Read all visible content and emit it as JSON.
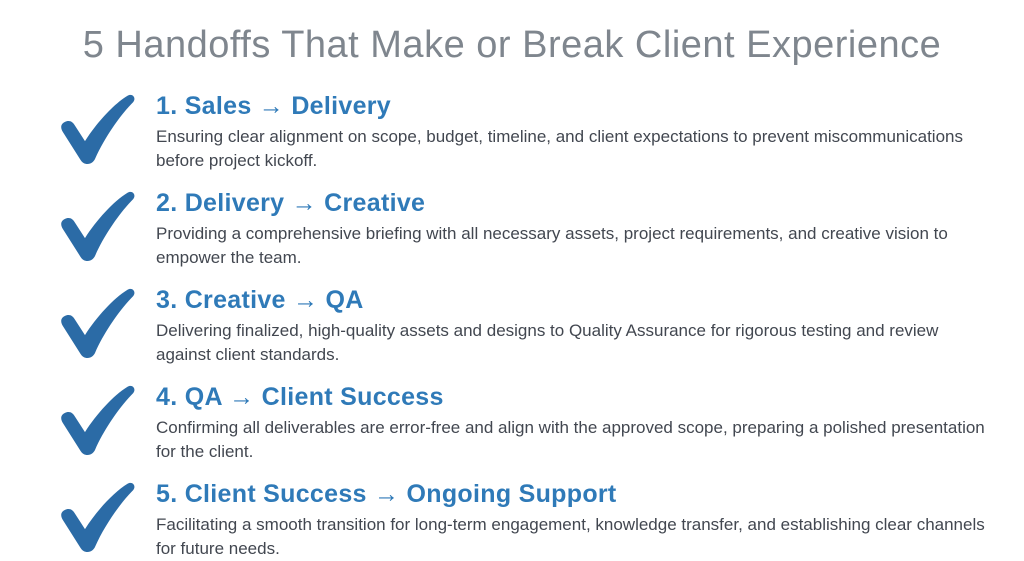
{
  "title": "5 Handoffs That Make or Break Client Experience",
  "colors": {
    "title_gray": "#7f868e",
    "heading_blue": "#2f7ab8",
    "body_gray": "#424750",
    "checkmark_blue": "#2b6ba6",
    "background": "#ffffff"
  },
  "items": [
    {
      "icon": "checkmark-icon",
      "heading": "1. Sales → Delivery",
      "description": "Ensuring clear alignment on scope, budget, timeline, and client expectations to prevent miscommunications before project kickoff."
    },
    {
      "icon": "checkmark-icon",
      "heading": "2. Delivery → Creative",
      "description": "Providing a comprehensive briefing with all necessary assets, project requirements, and creative vision to empower the team."
    },
    {
      "icon": "checkmark-icon",
      "heading": "3. Creative → QA",
      "description": "Delivering finalized, high-quality assets and designs to Quality Assurance for rigorous testing and review against client standards."
    },
    {
      "icon": "checkmark-icon",
      "heading": "4. QA → Client Success",
      "description": "Confirming all deliverables are error-free and align with the approved scope, preparing a polished presentation for the client."
    },
    {
      "icon": "checkmark-icon",
      "heading": "5. Client Success → Ongoing Support",
      "description": "Facilitating a smooth transition for long-term engagement, knowledge transfer, and establishing clear channels for future needs."
    }
  ]
}
